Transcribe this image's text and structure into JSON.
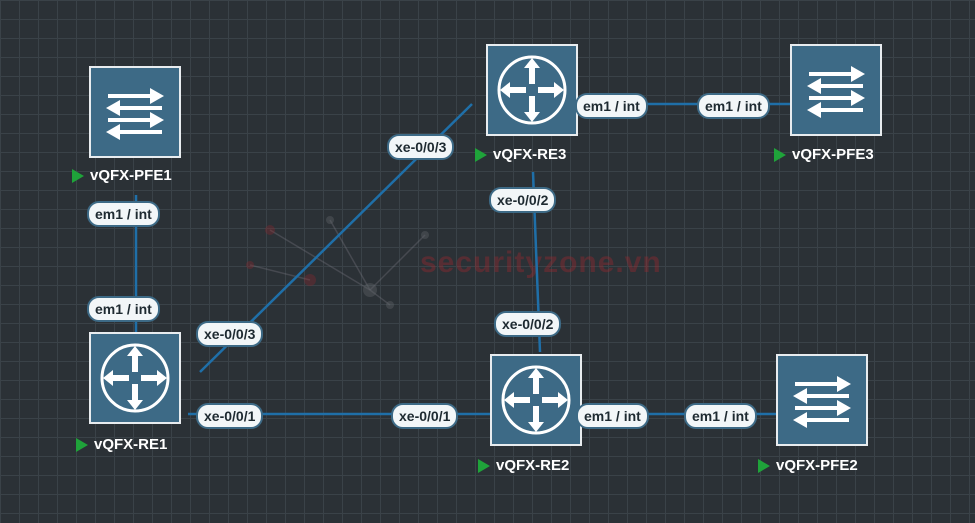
{
  "watermark": {
    "text": "securityzone.vn"
  },
  "nodes": {
    "pfe1": {
      "label": "vQFX-PFE1",
      "type": "switch"
    },
    "re1": {
      "label": "vQFX-RE1",
      "type": "router"
    },
    "re3": {
      "label": "vQFX-RE3",
      "type": "router"
    },
    "pfe3": {
      "label": "vQFX-PFE3",
      "type": "switch"
    },
    "re2": {
      "label": "vQFX-RE2",
      "type": "router"
    },
    "pfe2": {
      "label": "vQFX-PFE2",
      "type": "switch"
    }
  },
  "links": [
    {
      "from": "pfe1",
      "to": "re1",
      "from_if": "em1 / int",
      "to_if": "em1 / int"
    },
    {
      "from": "re1",
      "to": "re3",
      "from_if": "xe-0/0/3",
      "to_if": "xe-0/0/3"
    },
    {
      "from": "re1",
      "to": "re2",
      "from_if": "xe-0/0/1",
      "to_if": "xe-0/0/1"
    },
    {
      "from": "re3",
      "to": "re2",
      "from_if": "xe-0/0/2",
      "to_if": "xe-0/0/2"
    },
    {
      "from": "re3",
      "to": "pfe3",
      "from_if": "em1 / int",
      "to_if": "em1 / int"
    },
    {
      "from": "re2",
      "to": "pfe2",
      "from_if": "em1 / int",
      "to_if": "em1 / int"
    }
  ],
  "colors": {
    "link": "#1f6fa8",
    "node_fill": "#3d6a86",
    "node_border": "#e8ecef",
    "status_running": "#1fa33a",
    "label_pill_bg": "#f2f6f8"
  }
}
